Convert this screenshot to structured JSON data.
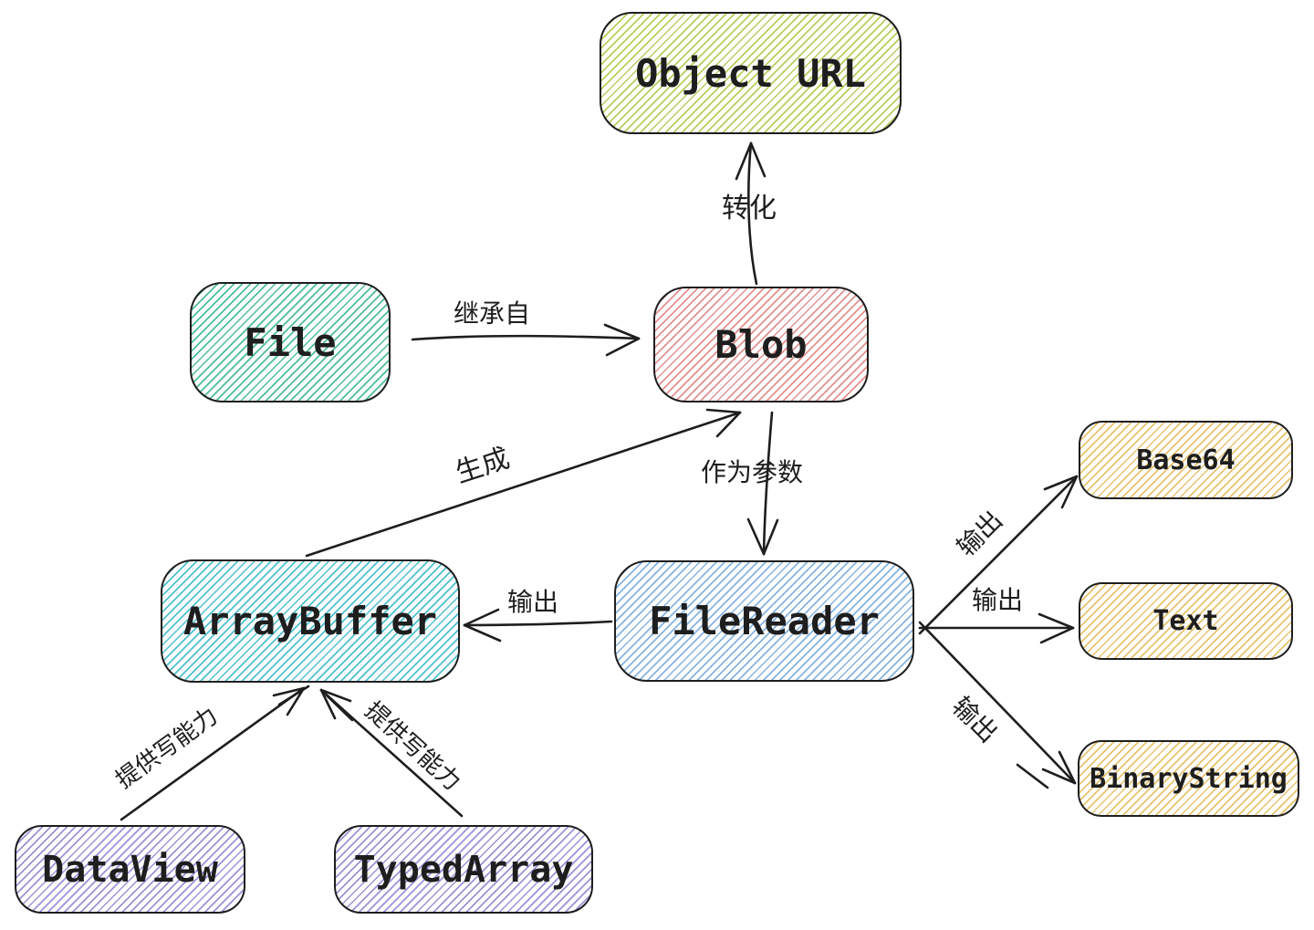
{
  "canvas": {
    "background": "#ffffff",
    "stroke": "#1e1e1e"
  },
  "diagram": {
    "nodes": [
      {
        "id": "object-url",
        "label": "Object URL",
        "hatch_color": "#b6ce5f"
      },
      {
        "id": "file",
        "label": "File",
        "hatch_color": "#4dbd97"
      },
      {
        "id": "blob",
        "label": "Blob",
        "hatch_color": "#e39090"
      },
      {
        "id": "arraybuffer",
        "label": "ArrayBuffer",
        "hatch_color": "#4fc0cd"
      },
      {
        "id": "filereader",
        "label": "FileReader",
        "hatch_color": "#86b3e2"
      },
      {
        "id": "base64",
        "label": "Base64",
        "hatch_color": "#e6c36e"
      },
      {
        "id": "text",
        "label": "Text",
        "hatch_color": "#e6c36e"
      },
      {
        "id": "binarystring",
        "label": "BinaryString",
        "hatch_color": "#e6c36e"
      },
      {
        "id": "dataview",
        "label": "DataView",
        "hatch_color": "#9c92da"
      },
      {
        "id": "typedarray",
        "label": "TypedArray",
        "hatch_color": "#9c92da"
      }
    ],
    "edges": [
      {
        "from": "blob",
        "to": "object-url",
        "label": "转化"
      },
      {
        "from": "file",
        "to": "blob",
        "label": "继承自"
      },
      {
        "from": "arraybuffer",
        "to": "blob",
        "label": "生成"
      },
      {
        "from": "blob",
        "to": "filereader",
        "label": "作为参数"
      },
      {
        "from": "filereader",
        "to": "arraybuffer",
        "label": "输出"
      },
      {
        "from": "filereader",
        "to": "base64",
        "label": "输出"
      },
      {
        "from": "filereader",
        "to": "text",
        "label": "输出"
      },
      {
        "from": "filereader",
        "to": "binarystring",
        "label": "输出"
      },
      {
        "from": "dataview",
        "to": "arraybuffer",
        "label": "提供写能力"
      },
      {
        "from": "typedarray",
        "to": "arraybuffer",
        "label": "提供写能力"
      }
    ]
  }
}
